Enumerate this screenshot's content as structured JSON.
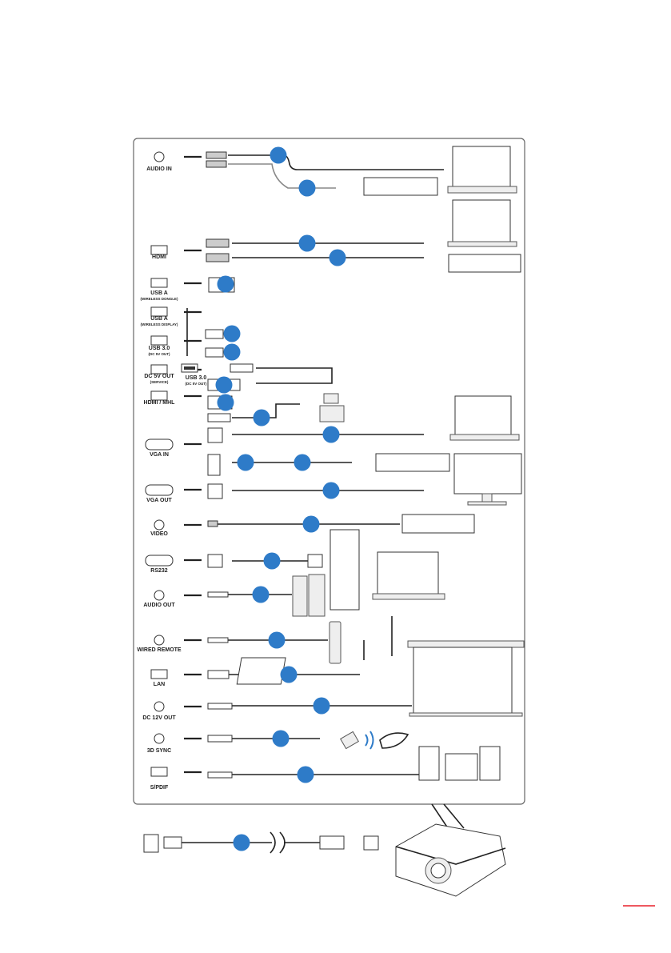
{
  "ports": [
    {
      "label": "AUDIO IN",
      "icon": "audio-jack-icon"
    },
    {
      "label": "HDMI",
      "icon": "hdmi-port-icon"
    },
    {
      "label": "USB A",
      "sub": "(WIRELESS DONGLE)",
      "icon": "usb-port-icon"
    },
    {
      "label": "USB A",
      "sub": "(WIRELESS DISPLAY)",
      "icon": "usb-port-icon"
    },
    {
      "label": "USB 3.0",
      "sub": "(DC 5V OUT)",
      "icon": "usb-port-icon"
    },
    {
      "label": "DC 5V OUT",
      "sub": "(SERVICE)",
      "icon": "usb-port-icon"
    },
    {
      "label": "HDMI / MHL",
      "icon": "hdmi-port-icon"
    },
    {
      "label": "VGA IN",
      "icon": "vga-port-icon"
    },
    {
      "label": "VGA OUT",
      "icon": "vga-port-icon"
    },
    {
      "label": "VIDEO",
      "icon": "rca-jack-icon"
    },
    {
      "label": "RS232",
      "icon": "serial-port-icon"
    },
    {
      "label": "AUDIO OUT",
      "icon": "audio-jack-icon"
    },
    {
      "label": "WIRED REMOTE",
      "icon": "remote-jack-icon"
    },
    {
      "label": "LAN",
      "icon": "ethernet-port-icon"
    },
    {
      "label": "DC 12V OUT",
      "icon": "dc-jack-icon"
    },
    {
      "label": "3D SYNC",
      "icon": "mini-din-port-icon"
    },
    {
      "label": "S/PDIF",
      "icon": "optical-port-icon"
    }
  ],
  "usb30_side": {
    "label": "USB 3.0",
    "sub": "(DC 5V OUT)"
  },
  "colors": {
    "marker": "#2e7bc8",
    "page_accent": "#e8202a",
    "frame": "#666666"
  }
}
